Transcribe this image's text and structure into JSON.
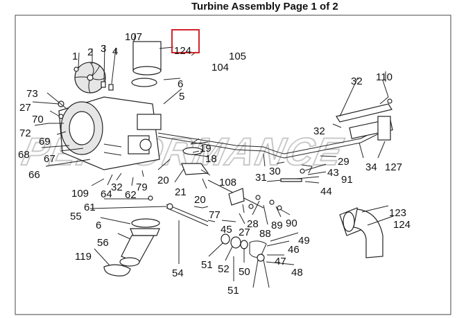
{
  "title": "Turbine Assembly Page 1 of 2",
  "highlight": {
    "part": "124",
    "color": "#d2232a"
  },
  "watermark": {
    "text": "PERFORMANCE"
  },
  "labels": [
    "1",
    "2",
    "3",
    "4",
    "107",
    "124",
    "105",
    "104",
    "6",
    "5",
    "32",
    "110",
    "73",
    "27",
    "70",
    "72",
    "69",
    "68",
    "67",
    "66",
    "19",
    "18",
    "32",
    "29",
    "31",
    "30",
    "43",
    "91",
    "44",
    "34",
    "127",
    "20",
    "108",
    "21",
    "20",
    "109",
    "64",
    "32",
    "62",
    "79",
    "61",
    "77",
    "28",
    "88",
    "89",
    "90",
    "55",
    "6",
    "45",
    "27",
    "56",
    "49",
    "46",
    "47",
    "48",
    "51",
    "52",
    "50",
    "51",
    "54",
    "119",
    "123",
    "124"
  ]
}
